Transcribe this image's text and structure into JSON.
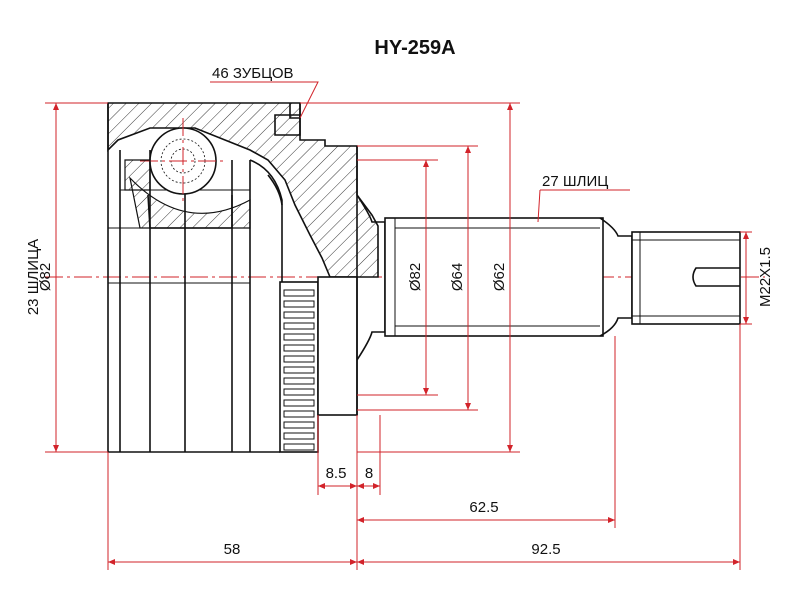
{
  "title": "HY-259A",
  "labels": {
    "teeth": "46 ЗУБЦОВ",
    "outer_splines": "27 ШЛИЦ",
    "inner_splines": "23 ШЛИЦА",
    "inner_diameter": "Ø82",
    "dia_82": "Ø82",
    "dia_64": "Ø64",
    "dia_62": "Ø62",
    "thread": "M22X1.5",
    "dim_8_5": "8.5",
    "dim_8": "8",
    "dim_62_5": "62.5",
    "dim_58": "58",
    "dim_92_5": "92.5"
  },
  "colors": {
    "dimension": "#d2232a",
    "outline": "#111111"
  }
}
